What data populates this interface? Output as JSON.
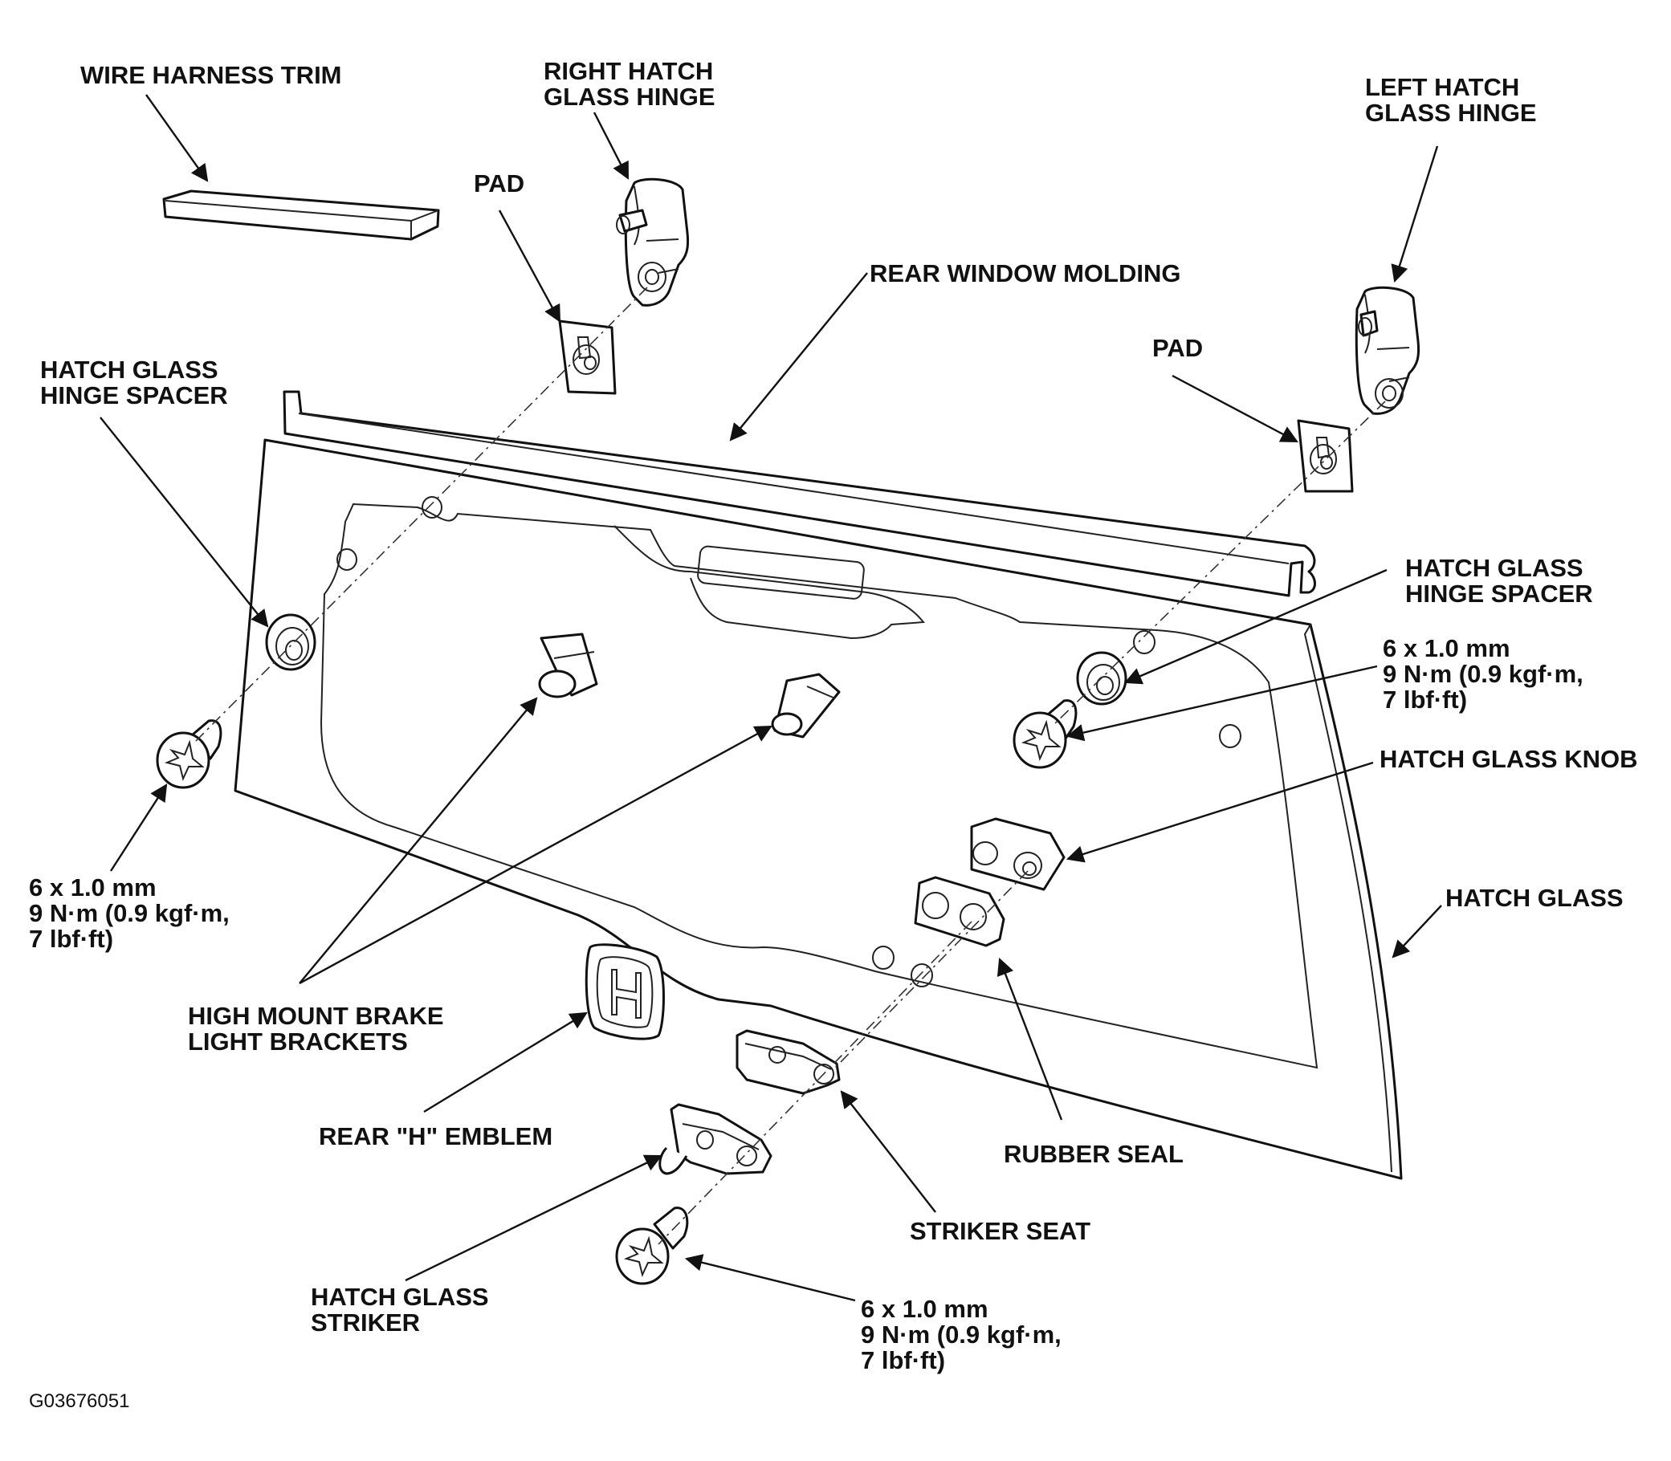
{
  "labels": {
    "wire_harness_trim": "WIRE HARNESS TRIM",
    "right_hinge": [
      "RIGHT HATCH",
      "GLASS HINGE"
    ],
    "left_hinge": [
      "LEFT HATCH",
      "GLASS HINGE"
    ],
    "pad_left": "PAD",
    "pad_right": "PAD",
    "rear_window_molding": "REAR WINDOW MOLDING",
    "spacer_left": [
      "HATCH GLASS",
      "HINGE SPACER"
    ],
    "spacer_right": [
      "HATCH GLASS",
      "HINGE SPACER"
    ],
    "bolt_spec_right": [
      "6 x 1.0 mm",
      "9 N·m (0.9 kgf·m,",
      "7 lbf·ft)"
    ],
    "bolt_spec_left": [
      "6 x 1.0 mm",
      "9 N·m (0.9 kgf·m,",
      "7 lbf·ft)"
    ],
    "bolt_spec_bottom": [
      "6 x 1.0 mm",
      "9 N·m (0.9 kgf·m,",
      "7 lbf·ft)"
    ],
    "hatch_glass_knob": "HATCH GLASS KNOB",
    "hatch_glass": "HATCH GLASS",
    "brake_light_brackets": [
      "HIGH MOUNT BRAKE",
      "LIGHT BRACKETS"
    ],
    "rear_h_emblem": "REAR \"H\" EMBLEM",
    "rubber_seal": "RUBBER SEAL",
    "striker_seat": "STRIKER SEAT",
    "hatch_glass_striker": [
      "HATCH GLASS",
      "STRIKER"
    ]
  },
  "figure_code": "G03676051"
}
